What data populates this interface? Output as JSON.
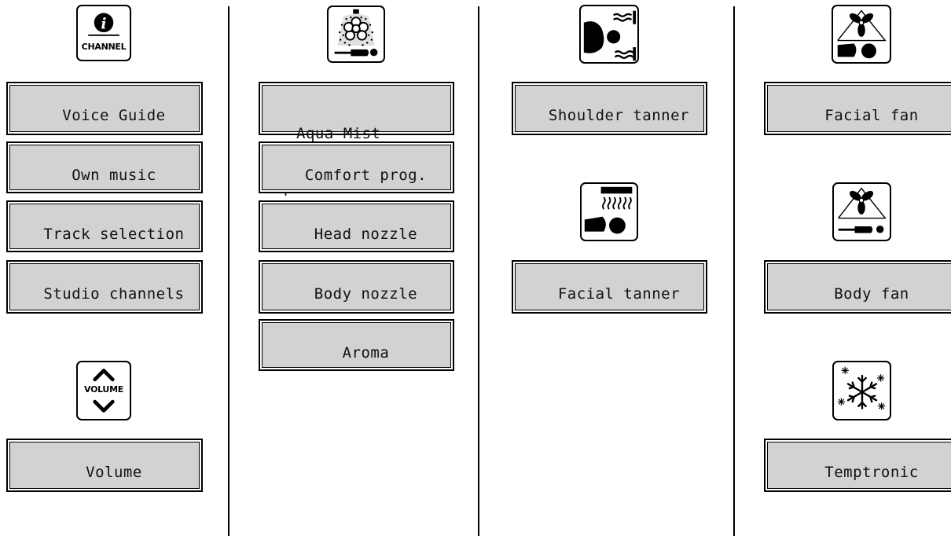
{
  "columns": [
    {
      "icons": {
        "channel_text": "CHANNEL",
        "volume_text": "VOLUME"
      },
      "buttons": [
        {
          "label": "Voice Guide"
        },
        {
          "label": "Own music"
        },
        {
          "label": "Track selection"
        },
        {
          "label": "Studio channels"
        },
        {
          "label": "Volume"
        }
      ]
    },
    {
      "buttons": [
        {
          "line1": "Aqua Mist",
          "line2": "Impulse"
        },
        {
          "label": "Comfort prog."
        },
        {
          "label": "Head nozzle"
        },
        {
          "label": "Body nozzle"
        },
        {
          "label": "Aroma"
        }
      ]
    },
    {
      "buttons": [
        {
          "label": "Shoulder tanner"
        },
        {
          "label": "Facial tanner"
        }
      ]
    },
    {
      "buttons": [
        {
          "label": "Facial fan"
        },
        {
          "label": "Body fan"
        },
        {
          "label": "Temptronic"
        }
      ]
    }
  ]
}
